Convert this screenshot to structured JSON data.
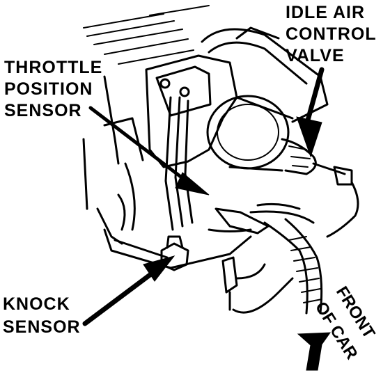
{
  "labels": {
    "idle_air_control_valve": [
      "IDLE AIR",
      "CONTROL",
      "VALVE"
    ],
    "throttle_position_sensor": [
      "THROTTLE",
      "POSITION",
      "SENSOR"
    ],
    "knock_sensor": [
      "KNOCK",
      "SENSOR"
    ],
    "front_of_car": [
      "FRONT",
      "OF CAR"
    ]
  },
  "colors": {
    "ink": "#000000",
    "paper": "#ffffff"
  }
}
